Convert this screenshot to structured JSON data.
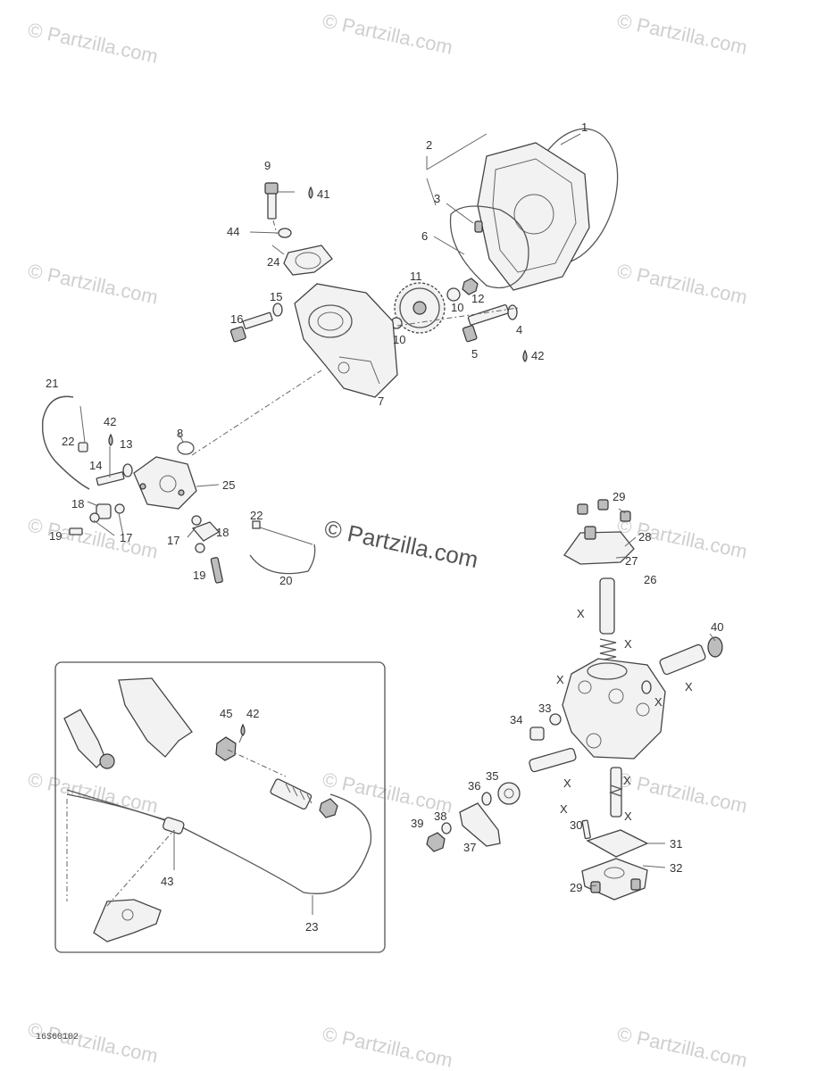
{
  "watermark": "© Partzilla.com",
  "center_watermark": "© Partzilla.com",
  "drawing_code": "16S60102",
  "callouts": {
    "c1": "1",
    "c2": "2",
    "c3": "3",
    "c4": "4",
    "c5": "5",
    "c6": "6",
    "c7": "7",
    "c8": "8",
    "c9": "9",
    "c10a": "10",
    "c10b": "10",
    "c11": "11",
    "c12": "12",
    "c13": "13",
    "c14": "14",
    "c15": "15",
    "c16": "16",
    "c17a": "17",
    "c17b": "17",
    "c18a": "18",
    "c18b": "18",
    "c19a": "19",
    "c19b": "19",
    "c20": "20",
    "c21": "21",
    "c22a": "22",
    "c22b": "22",
    "c23": "23",
    "c24": "24",
    "c25": "25",
    "c26": "26",
    "c27": "27",
    "c28": "28",
    "c29a": "29",
    "c29b": "29",
    "c30": "30",
    "c31": "31",
    "c32": "32",
    "c33": "33",
    "c34": "34",
    "c35": "35",
    "c36": "36",
    "c37": "37",
    "c38": "38",
    "c39": "39",
    "c40": "40",
    "c41": "41",
    "c42a": "42",
    "c42b": "42",
    "c42c": "42",
    "c43": "43",
    "c44": "44",
    "c45": "45"
  },
  "x_mark": "X"
}
